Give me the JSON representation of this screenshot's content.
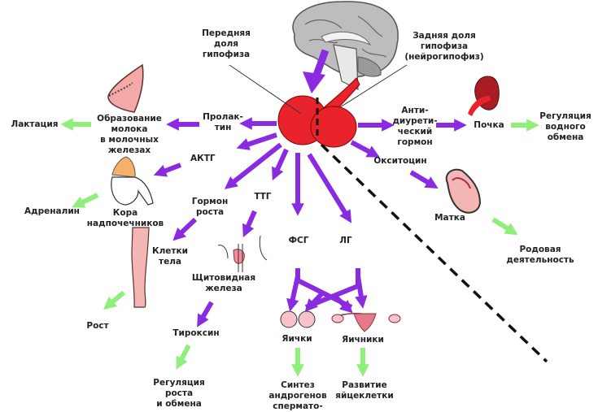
{
  "title": "Гормоны гипофиза и их действие",
  "colors": {
    "hormone_arrow": "#8a2be2",
    "effect_arrow": "#90ee7a",
    "gland": "#e8232b",
    "brain": "#9a9a9a",
    "divider": "#111111",
    "text": "#222222"
  },
  "labels": {
    "anterior_lobe": "Передняя\nдоля\nгипофиза",
    "posterior_lobe": "Задняя доля\nгипофиза\n(нейрогипофиз)",
    "prolactin": "Пролак-\nтин",
    "milk_formation": "Образование\nмолока\nв молочных\nжелезах",
    "lactation": "Лактация",
    "acth": "АКТГ",
    "adrenal_cortex": "Кора\nнадпочечников",
    "adrenaline": "Адреналин",
    "growth_hormone": "Гормон\nроста",
    "body_cells": "Клетки\nтела",
    "growth": "Рост",
    "tsh": "ТТГ",
    "thyroid": "Щитовидная\nжелеза",
    "thyroxine": "Тироксин",
    "growth_metabolism": "Регуляция\nроста\nи обмена",
    "fsh": "ФСГ",
    "lh": "ЛГ",
    "testes": "Яички",
    "ovaries": "Яичники",
    "androgen_synthesis": "Синтез\nандрогенов\nсперматo-",
    "egg_development": "Развитие\nяйцеклетки",
    "adh": "Анти-\nдиурети-\nческий\nгормон",
    "kidney": "Почка",
    "water_regulation": "Регуляция\nводного\nобмена",
    "oxytocin": "Окситоцин",
    "uterus": "Матка",
    "labor": "Родовая\nдеятельность"
  }
}
